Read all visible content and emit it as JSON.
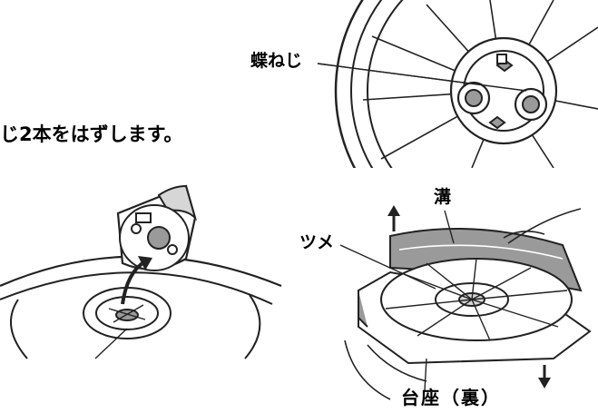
{
  "labels": {
    "wing_screw": "蝶ねじ",
    "instruction": "じ2本をはずします。",
    "groove": "溝",
    "claw": "ツメ",
    "base_back": "台座（裏）"
  },
  "colors": {
    "line": "#222222",
    "shade": "#9a9a9a",
    "light_shade": "#d6d6d6"
  }
}
